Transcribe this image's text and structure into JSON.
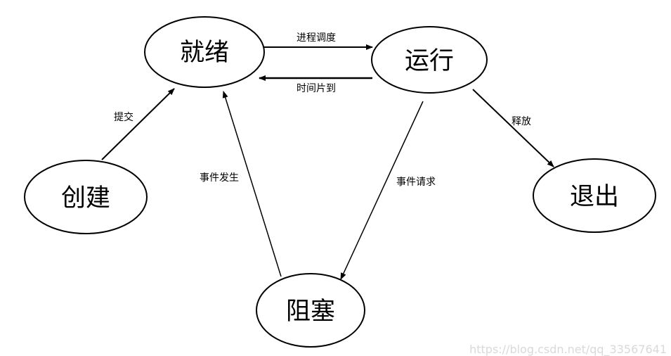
{
  "states": {
    "ready": "就绪",
    "running": "运行",
    "create": "创建",
    "exit": "退出",
    "blocked": "阻塞"
  },
  "edges": {
    "process_schedule": "进程调度",
    "time_slice_expired": "时间片到",
    "submit": "提交",
    "release": "释放",
    "event_occurs": "事件发生",
    "event_request": "事件请求"
  },
  "watermark": "https://blog.csdn.net/qq_33567641"
}
